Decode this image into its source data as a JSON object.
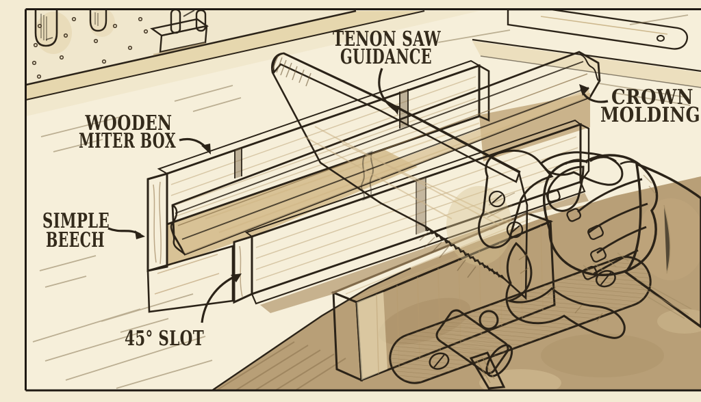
{
  "labels": {
    "tenon_saw_guidance": {
      "line1": "TENON SAW",
      "line2": "GUIDANCE"
    },
    "crown_molding": {
      "line1": "CROWN",
      "line2": "MOLDING"
    },
    "wooden_miter_box": {
      "line1": "WOODEN",
      "line2": "MITER BOX"
    },
    "simple_beech": {
      "line1": "SIMPLE",
      "line2": "BEECH"
    },
    "angle_slot": {
      "line1": "45° SLOT"
    }
  },
  "scene": {
    "objects": [
      "pegboard-wall",
      "hanging-tools",
      "shelf-rail",
      "peg-block",
      "straightedge-board",
      "workbench",
      "wooden-miter-box",
      "crown-molding",
      "tenon-saw",
      "saw-handle",
      "gripping-hand",
      "bench-cleat-plate",
      "wooden-mallet"
    ]
  },
  "colors": {
    "paper": "#f3ebd3",
    "ink": "#2b2318",
    "wood_light": "#ece0ba",
    "wood_mid": "#dcc79a",
    "wood_tan": "#c7a873",
    "wood_dark": "#a98756",
    "bench_shadow": "#b89f77",
    "skin": "#f4ecd2",
    "label_text": "#332a1b"
  }
}
